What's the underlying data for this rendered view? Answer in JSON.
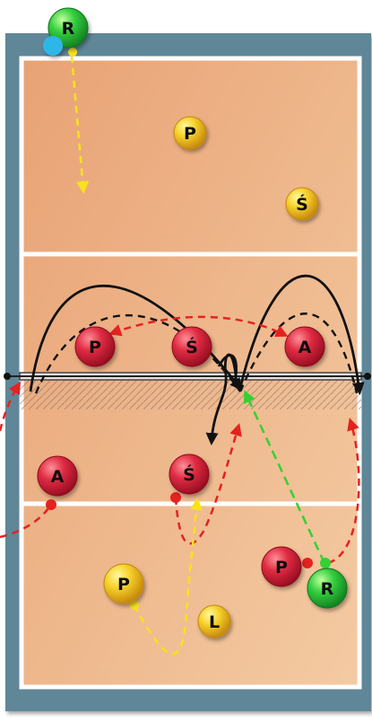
{
  "colors": {
    "frame": "#5f8798",
    "court_top": "#f1bd8c",
    "court_bottom": "#e7a77a",
    "line": "#ffffff",
    "red_player": "#d6283d",
    "yellow_player": "#f4c623",
    "green_player": "#39c93c",
    "cyan_marker": "#2fb6e8",
    "yellow_arrow": "#f8e21c",
    "red_arrow": "#e42220",
    "green_arrow": "#33d132",
    "black_arrow": "#111111"
  },
  "players": [
    {
      "id": "r-green-top",
      "team": "green",
      "label": "R"
    },
    {
      "id": "p-yellow-top",
      "team": "yellow",
      "label": "P"
    },
    {
      "id": "s-yellow-top",
      "team": "yellow",
      "label": "Ś"
    },
    {
      "id": "p-red-front-left",
      "team": "red",
      "label": "P"
    },
    {
      "id": "s-red-front-mid",
      "team": "red",
      "label": "Ś"
    },
    {
      "id": "a-red-front-right",
      "team": "red",
      "label": "A"
    },
    {
      "id": "a-red-left",
      "team": "red",
      "label": "A"
    },
    {
      "id": "s-red-mid",
      "team": "red",
      "label": "Ś"
    },
    {
      "id": "p-red-right",
      "team": "red",
      "label": "P"
    },
    {
      "id": "r-green-bottom",
      "team": "green",
      "label": "R"
    },
    {
      "id": "p-yellow-bottom",
      "team": "yellow",
      "label": "P"
    },
    {
      "id": "l-yellow-bottom",
      "team": "yellow",
      "label": "L"
    }
  ]
}
